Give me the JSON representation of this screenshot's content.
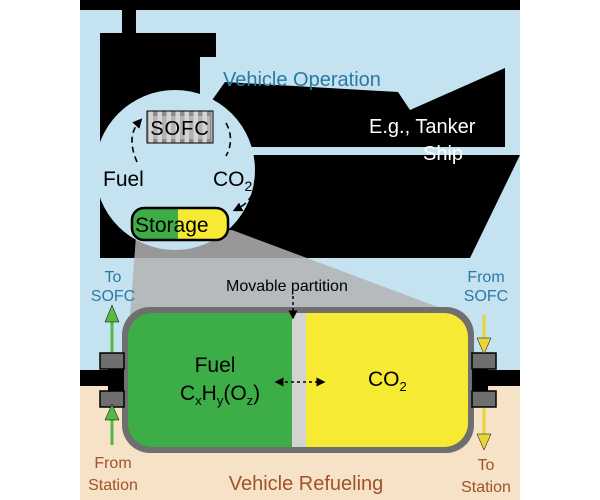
{
  "labels": {
    "vehicle_operation": "Vehicle Operation",
    "example_line1": "E.g., Tanker",
    "example_line2": "Ship",
    "sofc": "SOFC",
    "fuel": "Fuel",
    "co2_base": "CO",
    "co2_sub": "2",
    "storage_sto": "Sto",
    "storage_rage": "rage",
    "movable_partition": "Movable partition",
    "tank_fuel": "Fuel",
    "fuel_formula": {
      "c": "C",
      "x": "x",
      "h": "H",
      "y": "y",
      "open": "(O",
      "z": "z",
      "close": ")"
    },
    "tank_co2_base": "CO",
    "tank_co2_sub": "2",
    "to": "To",
    "to_sofc": "SOFC",
    "from": "From",
    "from_sofc": "SOFC",
    "from_station_line1": "From",
    "from_station_line2": "Station",
    "to_station_line1": "To",
    "to_station_line2": "Station",
    "vehicle_refueling": "Vehicle Refueling"
  },
  "colors": {
    "sky": "#c4e2ef",
    "ground": "#f6e2c6",
    "ship": "#000000",
    "fuel_green": "#3dad48",
    "co2_yellow": "#f6ea32",
    "partition": "#d3d3d3",
    "tank_shell": "#6f6f6f",
    "blue_text": "#2a7aa6",
    "brown_text": "#a0522d",
    "arrow_green": "#55b848",
    "arrow_yellow": "#e8d437"
  }
}
